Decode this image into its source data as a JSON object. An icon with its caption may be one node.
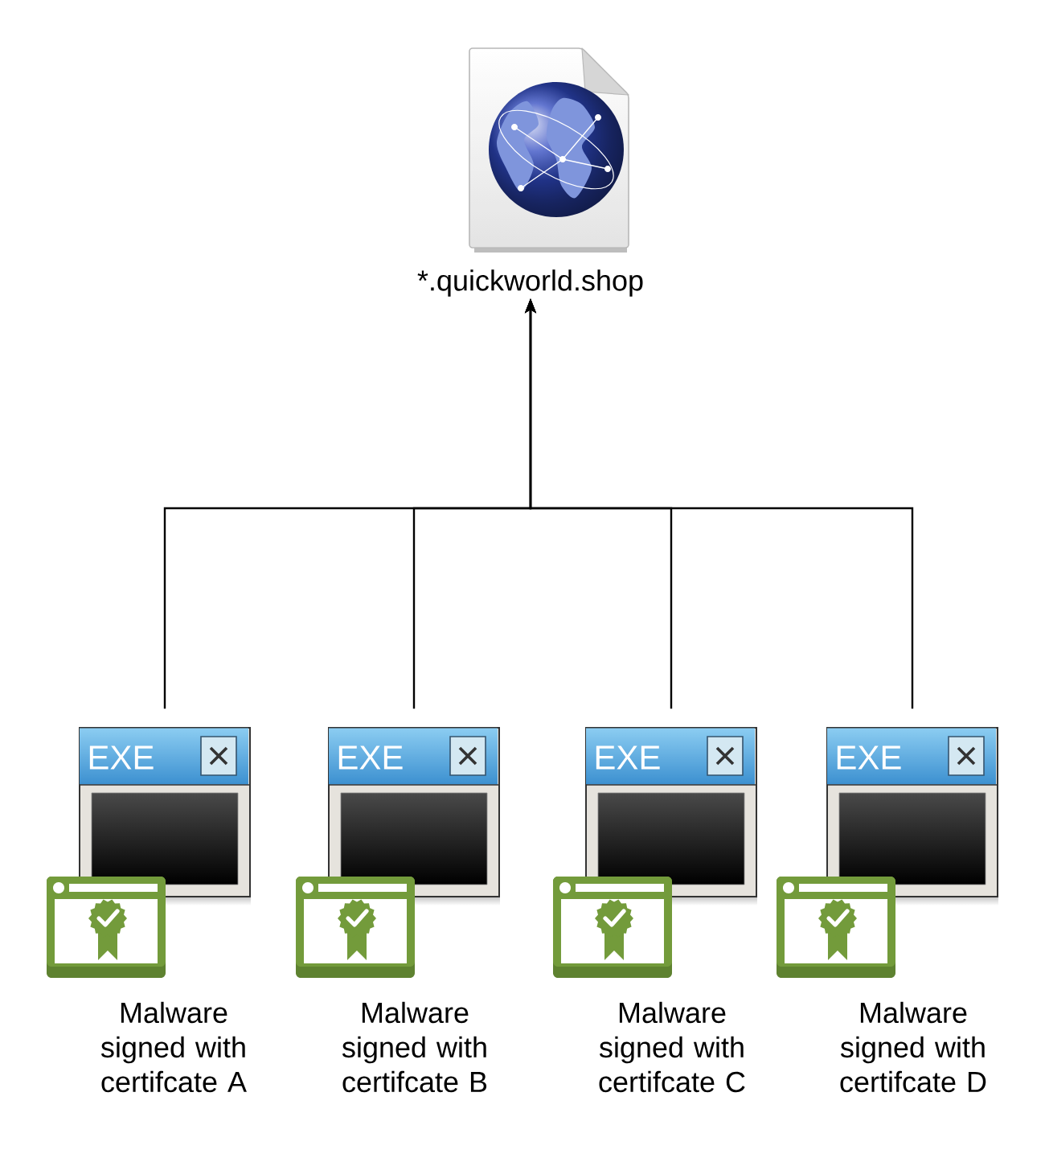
{
  "diagram": {
    "nodes": [
      {
        "text": [
          "*.quickworld.shop"
        ]
      },
      {
        "text": [
          "EXE",
          "Malware signed with certifcate A"
        ]
      },
      {
        "text": [
          "EXE",
          "Malware signed with certifcate B"
        ]
      },
      {
        "text": [
          "EXE",
          "Malware signed with certifcate C"
        ]
      },
      {
        "text": [
          "EXE",
          "Malware signed with certifcate D"
        ]
      }
    ],
    "edges": [
      {
        "from": 1,
        "to": 0,
        "arrow": "to"
      },
      {
        "from": 2,
        "to": 0,
        "arrow": "to"
      },
      {
        "from": 3,
        "to": 0,
        "arrow": "to"
      },
      {
        "from": 4,
        "to": 0,
        "arrow": "to"
      }
    ]
  }
}
